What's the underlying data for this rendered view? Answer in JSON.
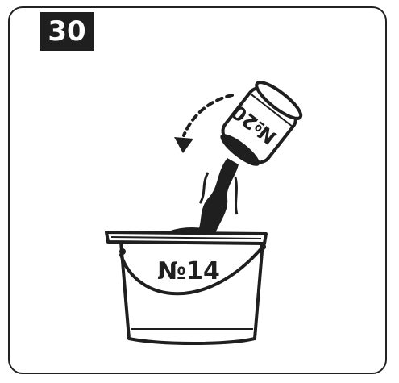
{
  "step": {
    "number": "30"
  },
  "jar": {
    "label": "№20"
  },
  "bucket": {
    "label": "№14"
  },
  "colors": {
    "ink": "#1f1f1f",
    "frame": "#222222",
    "background": "#ffffff"
  },
  "icons": [
    "pour-direction-arrow-icon",
    "jar-icon",
    "bucket-icon"
  ]
}
